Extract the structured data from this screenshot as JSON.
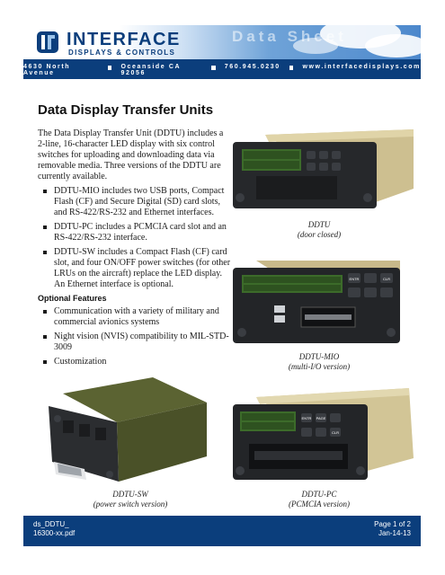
{
  "header": {
    "company_name": "INTERFACE",
    "company_sub": "DISPLAYS & CONTROLS",
    "doc_type": "Data Sheet",
    "contact": [
      "4630 North Avenue",
      "Oceanside CA 92056",
      "760.945.0230",
      "www.interfacedisplays.com"
    ]
  },
  "main": {
    "title": "Data Display Transfer Units",
    "intro": "The Data Display Transfer Unit (DDTU) includes a 2-line, 16-character LED display with six control switches for uploading and downloading data via removable media. Three versions of the DDTU are currently available.",
    "versions": [
      "DDTU-MIO includes two USB ports, Compact Flash (CF) and Secure Digital (SD) card slots, and RS-422/RS-232 and Ethernet interfaces.",
      "DDTU-PC includes a PCMCIA card slot and an RS-422/RS-232 interface.",
      "DDTU-SW includes a Compact Flash (CF) card slot, and four ON/OFF power switches (for other LRUs on the aircraft) replace the LED display. An Ethernet interface is optional."
    ],
    "optional_heading": "Optional Features",
    "optional_features": [
      "Communication with a variety of military and commercial avionics systems",
      "Night vision (NVIS) compatibility to MIL-STD-3009",
      "Customization"
    ]
  },
  "products": {
    "ddtu": {
      "name": "DDTU",
      "desc": "(door closed)"
    },
    "mio": {
      "name": "DDTU-MIO",
      "desc": "(multi-I/O version)"
    },
    "sw": {
      "name": "DDTU-SW",
      "desc": "(power switch version)"
    },
    "pc": {
      "name": "DDTU-PC",
      "desc": "(PCMCIA version)"
    },
    "key_labels": {
      "entr": "ENTR",
      "clr": "CLR",
      "page": "PAGE"
    }
  },
  "footer": {
    "doc_id_line1": "ds_DDTU_",
    "doc_id_line2": "16300-xx.pdf",
    "page": "Page 1 of 2",
    "date": "Jan-14-13"
  },
  "colors": {
    "brand_blue": "#0b3e7c",
    "led_green": "#3c6b2a",
    "chassis_tan": "#c8b98a"
  }
}
